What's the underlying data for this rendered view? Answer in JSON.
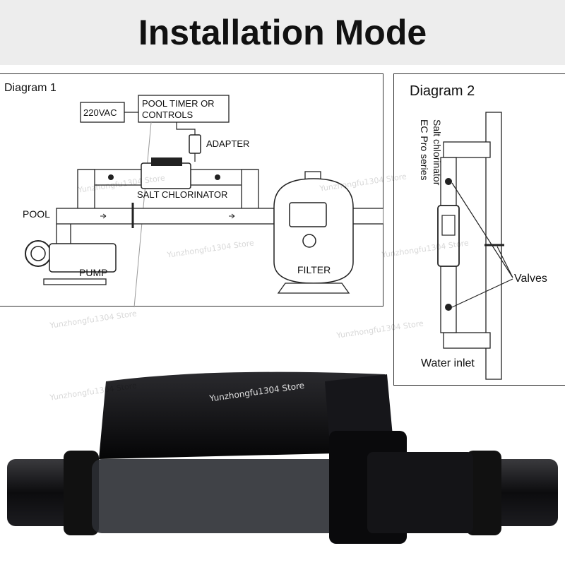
{
  "banner": {
    "title": "Installation Mode"
  },
  "diagram1": {
    "title": "Diagram 1",
    "labels": {
      "power": "220VAC",
      "timer_line1": "POOL TIMER OR",
      "timer_line2": "CONTROLS",
      "adapter": "ADAPTER",
      "chlorinator": "SALT CHLORINATOR",
      "pool": "POOL",
      "pump": "PUMP",
      "filter": "FILTER"
    }
  },
  "diagram2": {
    "title": "Diagram 2",
    "vertical_line1": "Salt chlorinator",
    "vertical_line2": "EC Pro series",
    "valves": "Valves",
    "water_inlet": "Water inlet"
  },
  "watermark": "Yunzhongfu1304 Store",
  "colors": {
    "banner_bg": "#ededed",
    "device_body": "#0e0e10",
    "pipe": "#ffffff",
    "line": "#222222"
  }
}
